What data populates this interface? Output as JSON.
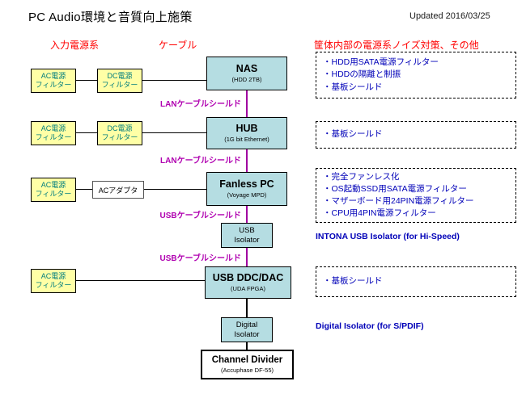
{
  "header": {
    "title": "PC Audio環境と音質向上施策",
    "updated": "Updated 2016/03/25"
  },
  "column_headers": {
    "input_power": "入力電源系",
    "cable": "ケーブル",
    "chassis": "筐体内部の電源系ノイズ対策、その他"
  },
  "chain": [
    {
      "name": "NAS",
      "sub": "(HDD 2TB)"
    },
    {
      "name": "HUB",
      "sub": "(1G bit Ethernet)"
    },
    {
      "name": "Fanless PC",
      "sub": "(Voyage MPD)"
    },
    {
      "line1": "USB",
      "line2": "Isolator"
    },
    {
      "name": "USB DDC/DAC",
      "sub": "(UDA FPGA)"
    },
    {
      "line1": "Digital",
      "line2": "Isolator"
    },
    {
      "name": "Channel Divider",
      "sub": "(Accuphase DF-55)"
    }
  ],
  "cable_labels": {
    "lan1": "LANケーブルシールド",
    "lan2": "LANケーブルシールド",
    "usb1": "USBケーブルシールド",
    "usb2": "USBケーブルシールド"
  },
  "power_filters": {
    "ac": {
      "line1": "AC電源",
      "line2": "フィルター"
    },
    "dc": {
      "line1": "DC電源",
      "line2": "フィルター"
    },
    "ac_adapter": "ACアダプタ"
  },
  "notes": {
    "nas": [
      "・HDD用SATA電源フィルター",
      "・HDDの隔離と制振",
      "・基板シールド"
    ],
    "hub": [
      "・基板シールド"
    ],
    "pc": [
      "・完全ファンレス化",
      "・OS起動SSD用SATA電源フィルター",
      "・マザーボード用24PIN電源フィルター",
      "・CPU用4PIN電源フィルター"
    ],
    "dac": [
      "・基板シールド"
    ]
  },
  "annotations": {
    "usb_isolator": "INTONA USB Isolator (for Hi-Speed)",
    "digital_isolator": "Digital Isolator (for S/PDIF)"
  }
}
